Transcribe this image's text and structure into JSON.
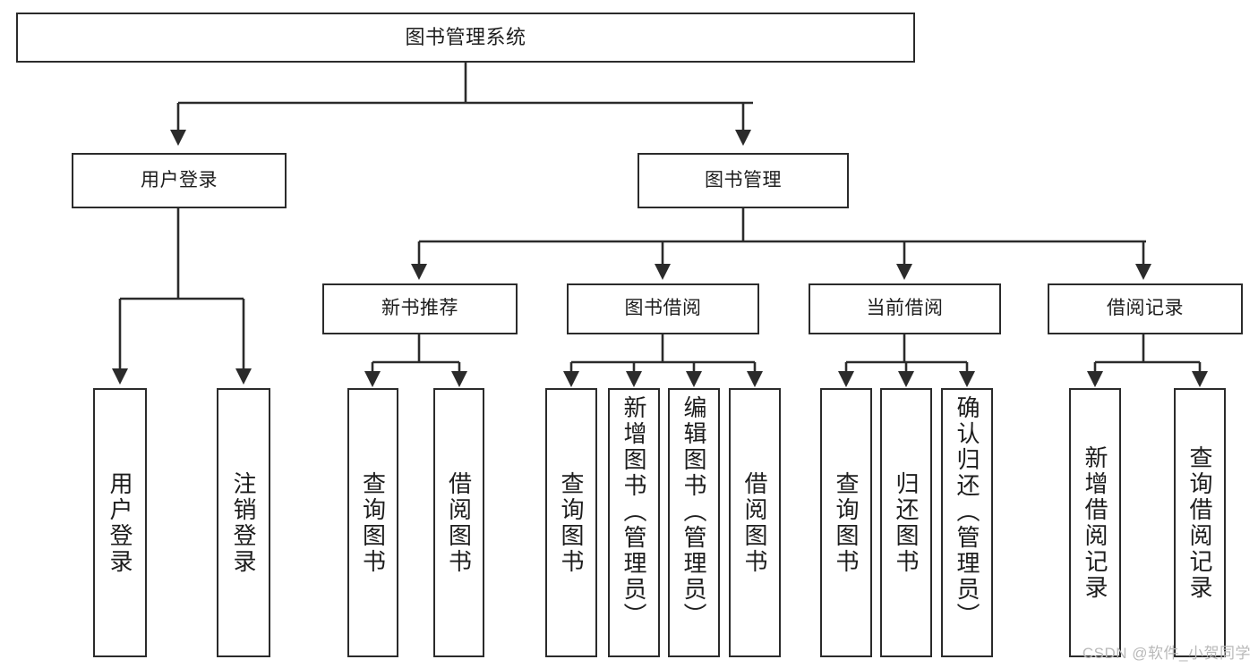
{
  "diagram": {
    "type": "tree-hierarchy",
    "title": "图书管理系统",
    "watermark": "CSDN @软件_小贺同学",
    "colors": {
      "box_border": "#2b2b2b",
      "box_fill": "#ffffff",
      "edge": "#2b2b2b",
      "text": "#1d1d1d",
      "watermark": "#b9b9b9"
    },
    "levels": {
      "root": "图书管理系统",
      "level2": [
        "用户登录",
        "图书管理"
      ],
      "level3": [
        "新书推荐",
        "图书借阅",
        "当前借阅",
        "借阅记录"
      ]
    },
    "nodes": {
      "root": {
        "label": "图书管理系统"
      },
      "user_login": {
        "label": "用户登录"
      },
      "book_manage": {
        "label": "图书管理"
      },
      "new_book_rec": {
        "label": "新书推荐"
      },
      "book_borrow": {
        "label": "图书借阅"
      },
      "current_borrow": {
        "label": "当前借阅"
      },
      "borrow_record": {
        "label": "借阅记录"
      },
      "leaf_user_login": {
        "label": "用户登录"
      },
      "leaf_logout": {
        "label": "注销登录"
      },
      "leaf_query_book_a": {
        "label": "查询图书"
      },
      "leaf_borrow_book_a": {
        "label": "借阅图书"
      },
      "leaf_query_book_b": {
        "label": "查询图书"
      },
      "leaf_add_book": {
        "label": "新增图书（管理员）"
      },
      "leaf_edit_book": {
        "label": "编辑图书（管理员）"
      },
      "leaf_borrow_book_b": {
        "label": "借阅图书"
      },
      "leaf_query_book_c": {
        "label": "查询图书"
      },
      "leaf_return_book": {
        "label": "归还图书"
      },
      "leaf_confirm_return": {
        "label": "确认归还（管理员）"
      },
      "leaf_add_record": {
        "label": "新增借阅记录"
      },
      "leaf_query_record": {
        "label": "查询借阅记录"
      }
    },
    "edges": [
      {
        "from": "root",
        "to": "user_login"
      },
      {
        "from": "root",
        "to": "book_manage"
      },
      {
        "from": "user_login",
        "to": "leaf_user_login"
      },
      {
        "from": "user_login",
        "to": "leaf_logout"
      },
      {
        "from": "book_manage",
        "to": "new_book_rec"
      },
      {
        "from": "book_manage",
        "to": "book_borrow"
      },
      {
        "from": "book_manage",
        "to": "current_borrow"
      },
      {
        "from": "book_manage",
        "to": "borrow_record"
      },
      {
        "from": "new_book_rec",
        "to": "leaf_query_book_a"
      },
      {
        "from": "new_book_rec",
        "to": "leaf_borrow_book_a"
      },
      {
        "from": "book_borrow",
        "to": "leaf_query_book_b"
      },
      {
        "from": "book_borrow",
        "to": "leaf_add_book"
      },
      {
        "from": "book_borrow",
        "to": "leaf_edit_book"
      },
      {
        "from": "book_borrow",
        "to": "leaf_borrow_book_b"
      },
      {
        "from": "current_borrow",
        "to": "leaf_query_book_c"
      },
      {
        "from": "current_borrow",
        "to": "leaf_return_book"
      },
      {
        "from": "current_borrow",
        "to": "leaf_confirm_return"
      },
      {
        "from": "borrow_record",
        "to": "leaf_add_record"
      },
      {
        "from": "borrow_record",
        "to": "leaf_query_record"
      }
    ]
  }
}
